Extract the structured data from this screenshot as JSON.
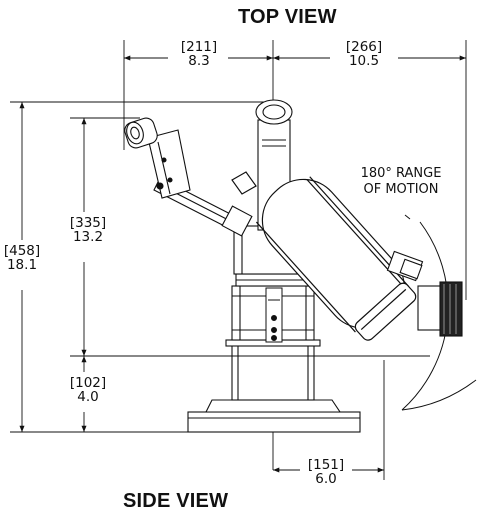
{
  "titles": {
    "top": "TOP VIEW",
    "side": "SIDE VIEW"
  },
  "dimensions": {
    "top_left": {
      "mm": "[211]",
      "in": "8.3"
    },
    "top_right": {
      "mm": "[266]",
      "in": "10.5"
    },
    "overall_height": {
      "mm": "[458]",
      "in": "18.1"
    },
    "pivot_height": {
      "mm": "[335]",
      "in": "13.2"
    },
    "base_height": {
      "mm": "[102]",
      "in": "4.0"
    },
    "bottom_offset": {
      "mm": "[151]",
      "in": "6.0"
    }
  },
  "annotation": {
    "range_line1": "180° RANGE",
    "range_line2": "OF MOTION"
  }
}
